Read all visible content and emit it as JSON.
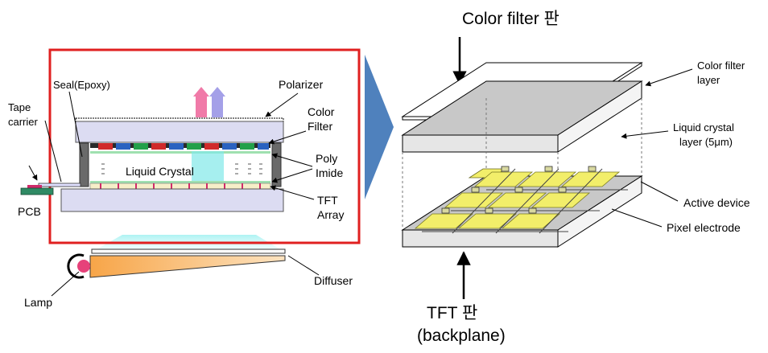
{
  "left": {
    "labels": {
      "seal": "Seal(Epoxy)",
      "polarizer": "Polarizer",
      "tape_carrier": [
        "Tape",
        "carrier"
      ],
      "color_filter": [
        "Color",
        "Filter"
      ],
      "poly_imide": [
        "Poly",
        "Imide"
      ],
      "liquid_crystal": "Liquid Crystal",
      "tft_array": [
        "TFT",
        "Array"
      ],
      "pcb": "PCB",
      "diffuser": "Diffuser",
      "lamp": "Lamp"
    }
  },
  "right": {
    "labels": {
      "color_filter_plate": "Color filter 판",
      "color_filter_layer": [
        "Color filter",
        "layer"
      ],
      "liquid_crystal_layer": [
        "Liquid crystal",
        "layer (5μm)"
      ],
      "active_device": "Active device",
      "pixel_electrode": "Pixel electrode",
      "tft_plate": "TFT 판",
      "backplane": "(backplane)"
    }
  },
  "colors": {
    "frame": "#e02020",
    "arrow": "#4f81bd",
    "glass": "#dcdcf2",
    "glass_stroke": "#6a6aa0",
    "plate_top": "#c8c8c8",
    "plate_side": "#e6e6e6",
    "pixel": "#f2ee6a",
    "lightguide": "#f4a040",
    "pcb": "#2f8a64"
  }
}
